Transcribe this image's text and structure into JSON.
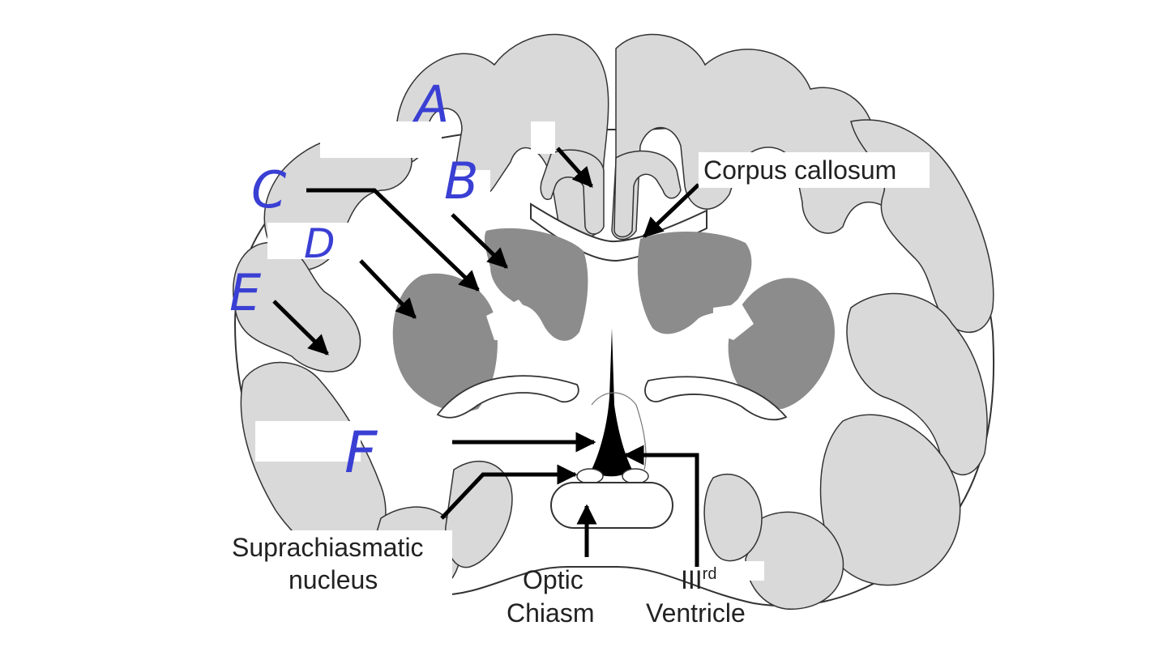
{
  "labels": {
    "corpus_callosum": "Corpus callosum",
    "suprachiasmatic_line1": "Suprachiasmatic",
    "suprachiasmatic_line2": "nucleus",
    "optic_line1": "Optic",
    "optic_line2": "Chiasm",
    "ventricle_roman": "III",
    "ventricle_sup": "rd",
    "ventricle_line2": "Ventricle"
  },
  "handwritten": {
    "a": "A",
    "b": "B",
    "c": "C",
    "d": "D",
    "e": "E",
    "f": "F"
  },
  "colors": {
    "cortex": "#d9d9d9",
    "deep_nuclei": "#8c8c8c",
    "outline": "#333333",
    "arrow": "#000000",
    "handwriting": "#3a3fd4"
  }
}
